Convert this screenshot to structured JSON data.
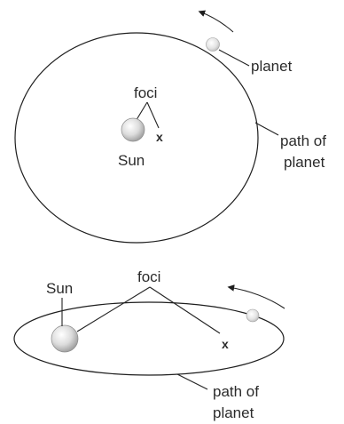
{
  "top": {
    "foci_label": "foci",
    "planet_label": "planet",
    "sun_label": "Sun",
    "focus_mark": "x",
    "path_label_line1": "path of",
    "path_label_line2": "planet"
  },
  "bottom": {
    "foci_label": "foci",
    "sun_label": "Sun",
    "focus_mark": "x",
    "path_label_line1": "path of",
    "path_label_line2": "planet"
  },
  "colors": {
    "line": "#1e1e1e",
    "text": "#2b2b2b",
    "sun_fill": "#d9d9d9",
    "planet_fill": "#e4e4e4"
  }
}
